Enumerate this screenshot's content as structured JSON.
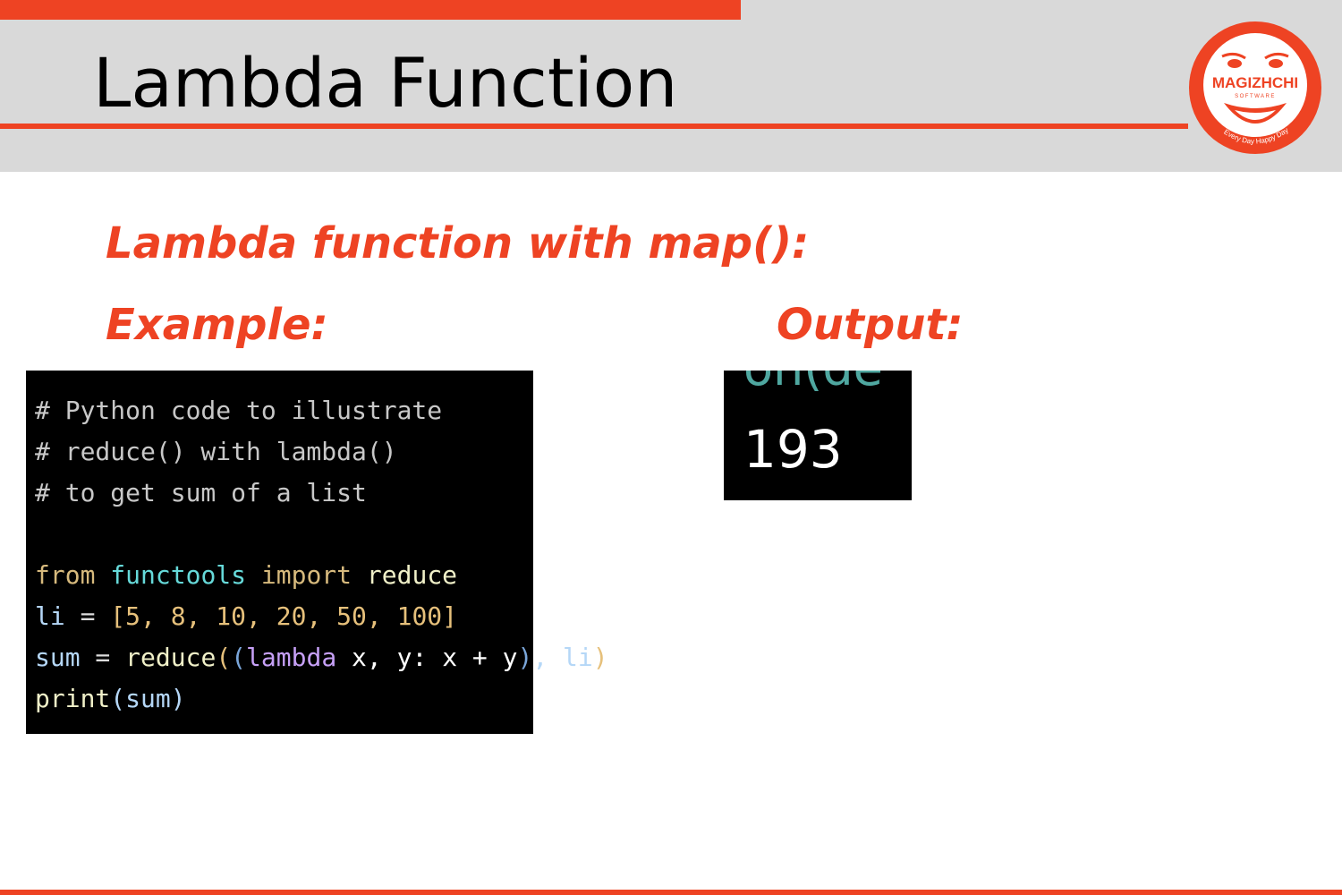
{
  "slide": {
    "title": "Lambda Function",
    "subtitle": "Lambda function with map():",
    "example_label": "Example:",
    "output_label": "Output:"
  },
  "logo": {
    "brand": "MAGIZHCHI",
    "sub": "SOFTWARE",
    "tagline": "Every Day Happy Day"
  },
  "code": {
    "comment1": "# Python code to illustrate",
    "comment2": "# reduce() with lambda()",
    "comment3": "# to get sum of a list",
    "kw_from": "from",
    "mod_functools": "functools",
    "kw_import": "import",
    "fn_reduce_import": "reduce",
    "var_li": "li",
    "eq1": " = ",
    "list_literal": "[5, 8, 10, 20, 50, 100]",
    "var_sum": "sum",
    "eq2": " = ",
    "fn_reduce_call": "reduce",
    "open_paren_outer": "(",
    "open_paren_inner": "(",
    "kw_lambda": "lambda",
    "lambda_body": " x, y: x + y",
    "close_paren_inner": ")",
    "comma_li": ", li",
    "close_paren_outer": ")",
    "fn_print": "print",
    "print_args": "(sum)"
  },
  "output": {
    "partial_text": "on(de",
    "value": "193"
  },
  "colors": {
    "accent": "#ee4323",
    "header_bg": "#d9d9d9"
  }
}
